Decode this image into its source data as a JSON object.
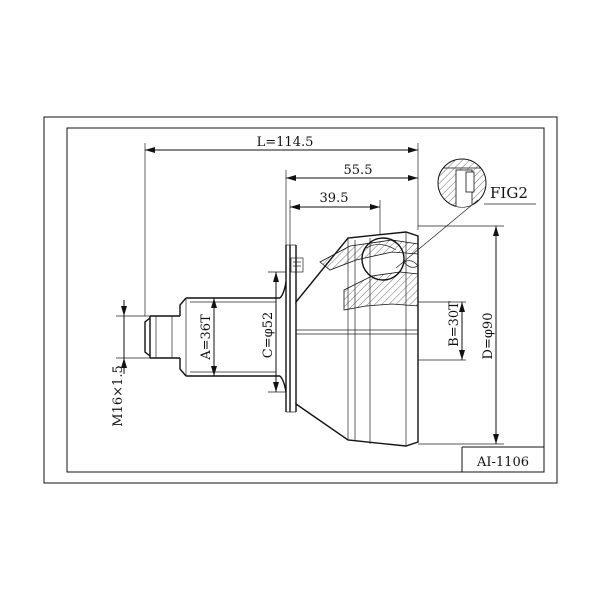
{
  "drawing": {
    "part_number": "AI-1106",
    "figure_label": "FIG2",
    "dimensions": {
      "length_total": "L=114.5",
      "length_mid": "55.5",
      "length_inner": "39.5",
      "thread": "M16×1.5",
      "spline_a": "A=36T",
      "dia_c": "C=φ52",
      "spline_b": "B=30T",
      "dia_d": "D=φ90"
    }
  }
}
